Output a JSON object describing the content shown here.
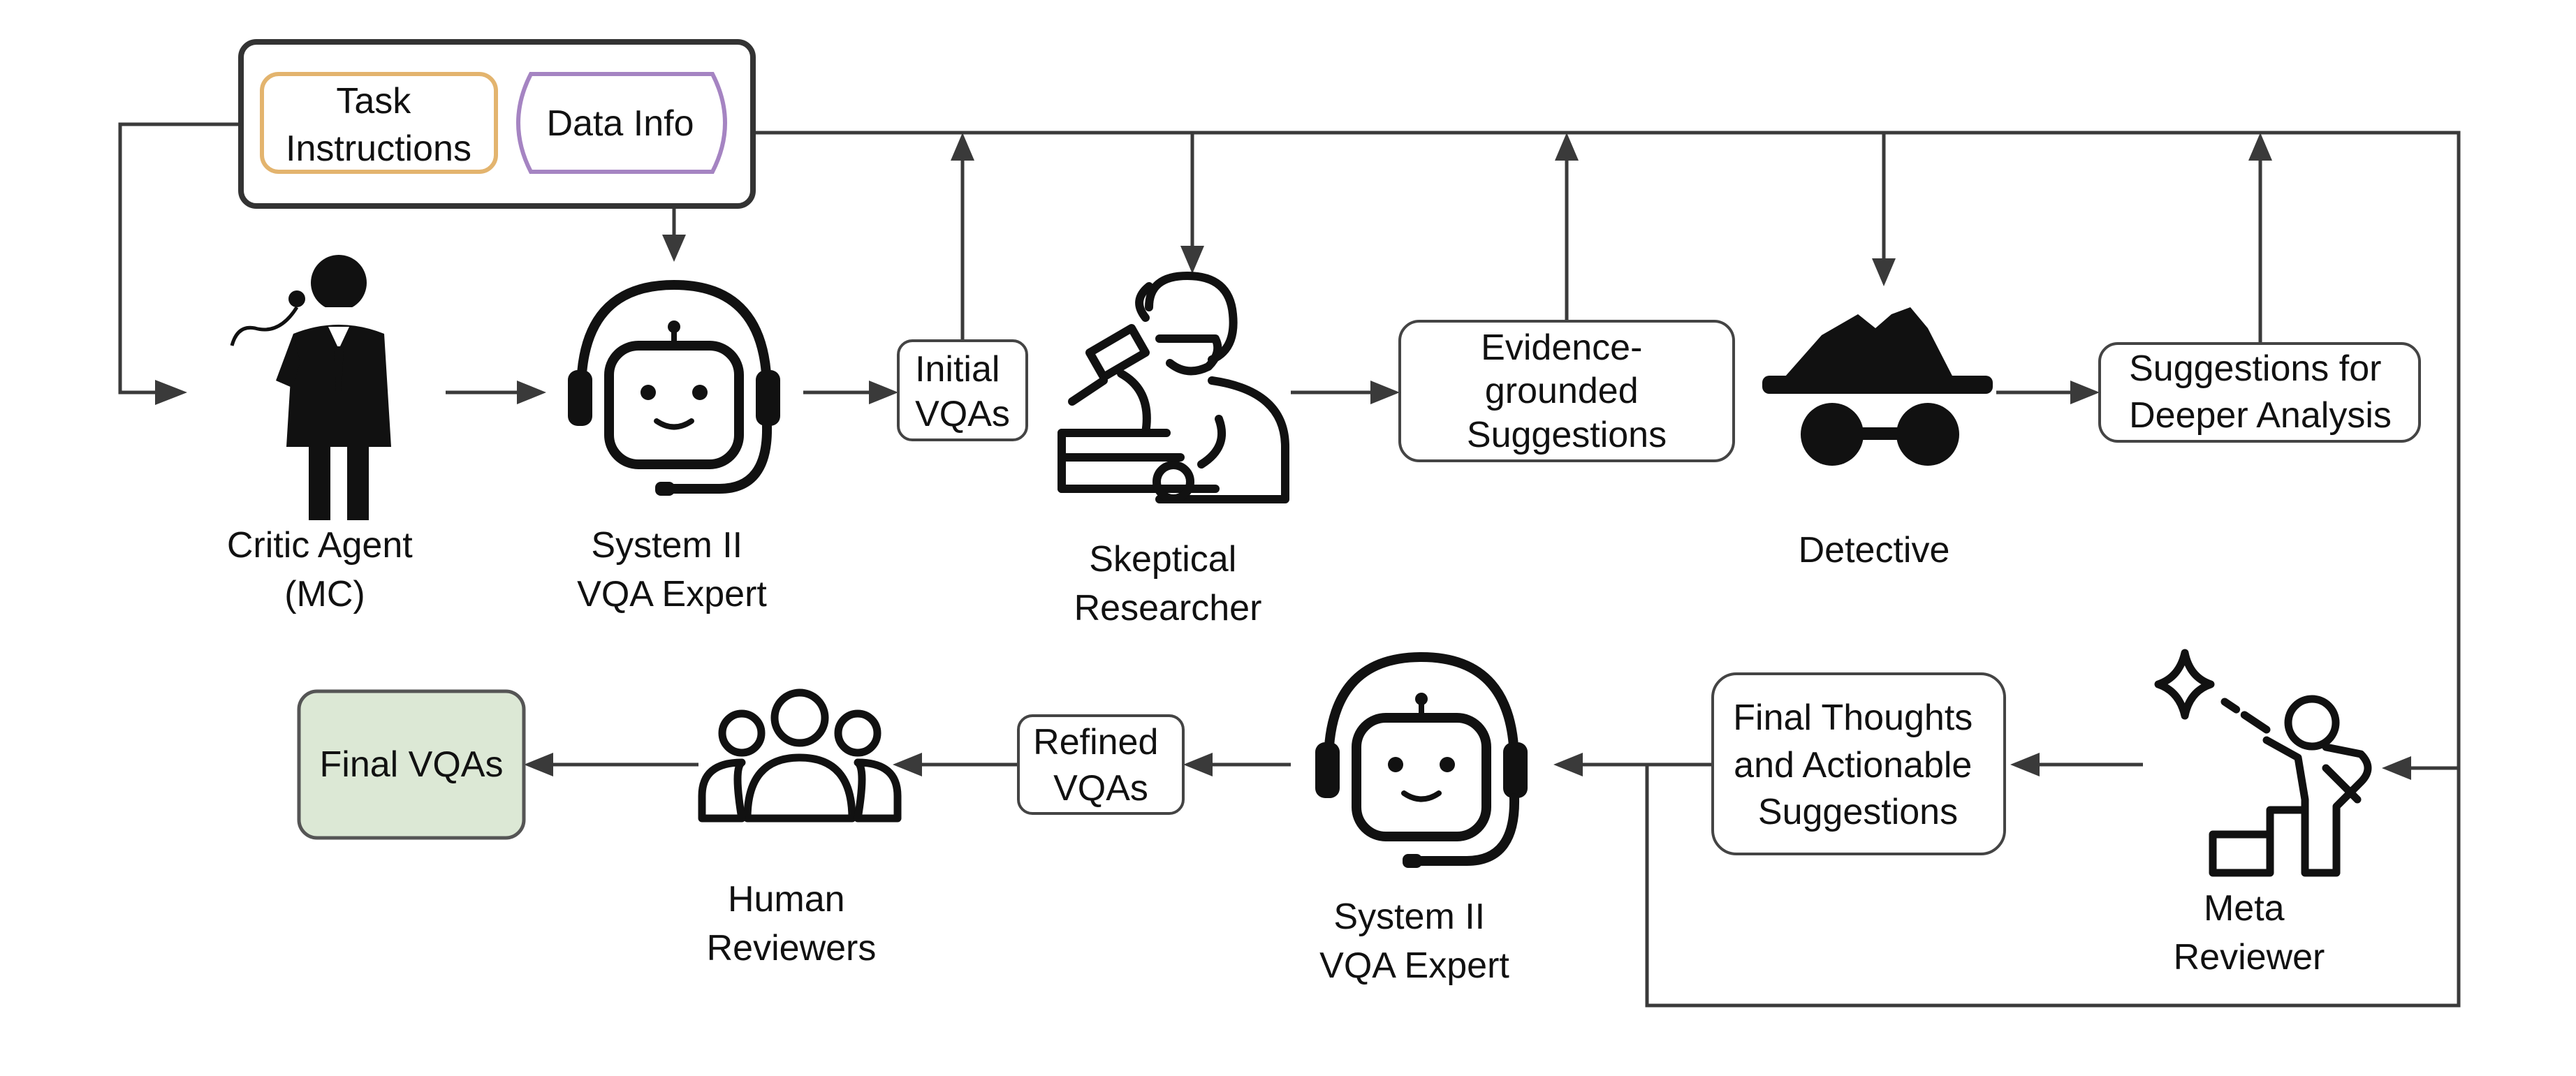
{
  "inputs": {
    "task_instructions": [
      "Task",
      "Instructions"
    ],
    "data_info": "Data Info"
  },
  "agents": {
    "critic": [
      "Critic Agent",
      "(MC)"
    ],
    "expert_top": [
      "System II",
      "VQA Expert"
    ],
    "skeptic": [
      "Skeptical",
      "Researcher"
    ],
    "detective": "Detective",
    "meta": [
      "Meta",
      "Reviewer"
    ],
    "expert_bottom": [
      "System II",
      "VQA Expert"
    ],
    "humans": [
      "Human",
      "Reviewers"
    ]
  },
  "artifacts": {
    "initial_vqas": [
      "Initial",
      "VQAs"
    ],
    "evidence": [
      "Evidence-",
      "grounded",
      "Suggestions"
    ],
    "deeper": [
      "Suggestions for",
      "Deeper Analysis"
    ],
    "final_thoughts": [
      "Final Thoughts",
      "and Actionable",
      "Suggestions"
    ],
    "refined_vqas": [
      "Refined",
      "VQAs"
    ],
    "final_vqas": "Final VQAs"
  },
  "colors": {
    "task_border": "#E3B46E",
    "data_border": "#A584C2",
    "final_fill": "#DCE8D5",
    "final_border": "#555555",
    "line": "#3A3A3A"
  },
  "icons": [
    "microphone-person-icon",
    "robot-headset-icon",
    "microscope-researcher-icon",
    "detective-icon",
    "star-reviewer-icon",
    "group-people-icon"
  ]
}
